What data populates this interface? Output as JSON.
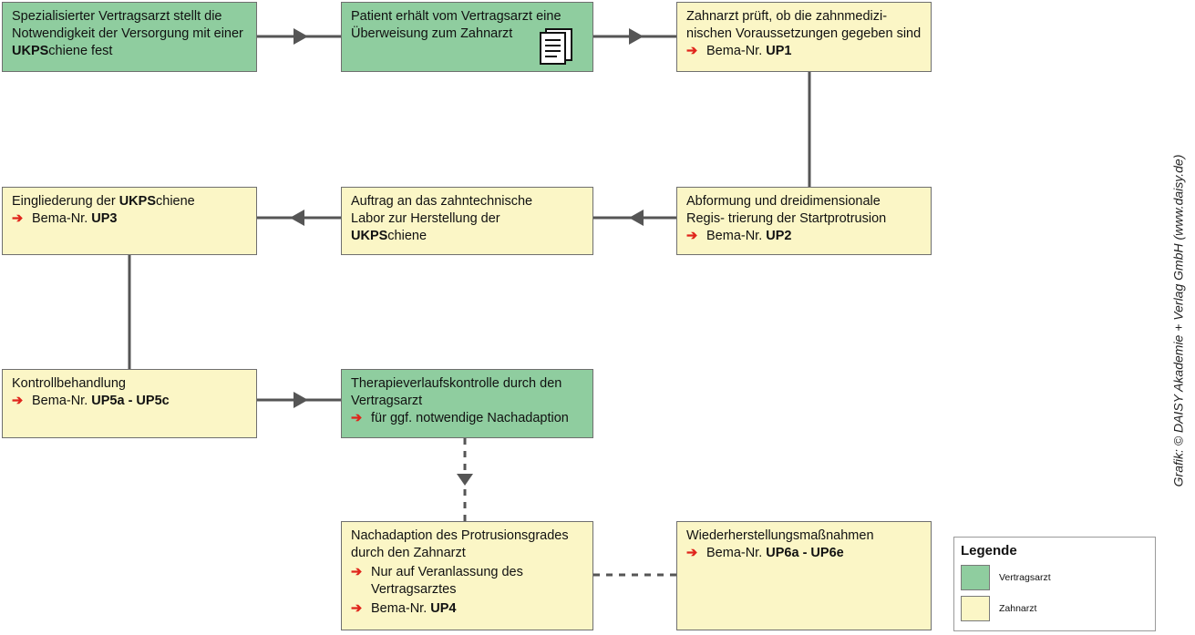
{
  "colors": {
    "vertragsarzt": "#8fcd9f",
    "zahnarzt": "#fbf6c6",
    "arrow": "#e0241b",
    "line": "#555555"
  },
  "nodes": {
    "n1": {
      "pre": "Spezialisierter Vertragsarzt stellt die Notwendigkeit der Versorgung mit einer ",
      "bold": "UKPS",
      "post": "chiene fest"
    },
    "n2": {
      "text": "Patient erhält vom Vertragsarzt eine Überweisung zum Zahnarzt"
    },
    "n3": {
      "text": "Zahnarzt prüft, ob die zahnmedizi- nischen Voraussetzungen gegeben sind",
      "ref_pre": "Bema-Nr. ",
      "ref_bold": "UP1"
    },
    "n4": {
      "text": "Abformung und dreidimensionale Regis- trierung der Startprotrusion",
      "ref_pre": "Bema-Nr. ",
      "ref_bold": "UP2"
    },
    "n5": {
      "pre": "Auftrag an das zahntechnische Labor zur Herstellung der ",
      "bold": "UKPS",
      "post": "chiene"
    },
    "n6": {
      "pre": "Eingliederung der ",
      "bold": "UKPS",
      "post": "chiene",
      "ref_pre": "Bema-Nr. ",
      "ref_bold": "UP3"
    },
    "n7": {
      "text": "Kontrollbehandlung",
      "ref_pre": "Bema-Nr. ",
      "ref_bold": "UP5a - UP5c"
    },
    "n8": {
      "text": "Therapieverlaufskontrolle durch den Vertragsarzt",
      "ref_text": "für ggf. notwendige Nachadaption"
    },
    "n9": {
      "text": "Nachadaption des Protrusionsgrades durch den Zahnarzt",
      "ref1_text": "Nur auf Veranlassung des Vertragsarztes",
      "ref2_pre": "Bema-Nr. ",
      "ref2_bold": "UP4"
    },
    "n10": {
      "text": "Wiederherstellungsmaßnahmen",
      "ref_pre": "Bema-Nr. ",
      "ref_bold": "UP6a - UP6e"
    }
  },
  "arrow_glyph": "➔",
  "legend": {
    "title": "Legende",
    "items": [
      {
        "label": "Vertragsarzt"
      },
      {
        "label": "Zahnarzt"
      }
    ]
  },
  "credit": "Grafik: © DAISY Akademie + Verlag GmbH (www.daisy.de)",
  "icons": {
    "document": "document-icon"
  }
}
